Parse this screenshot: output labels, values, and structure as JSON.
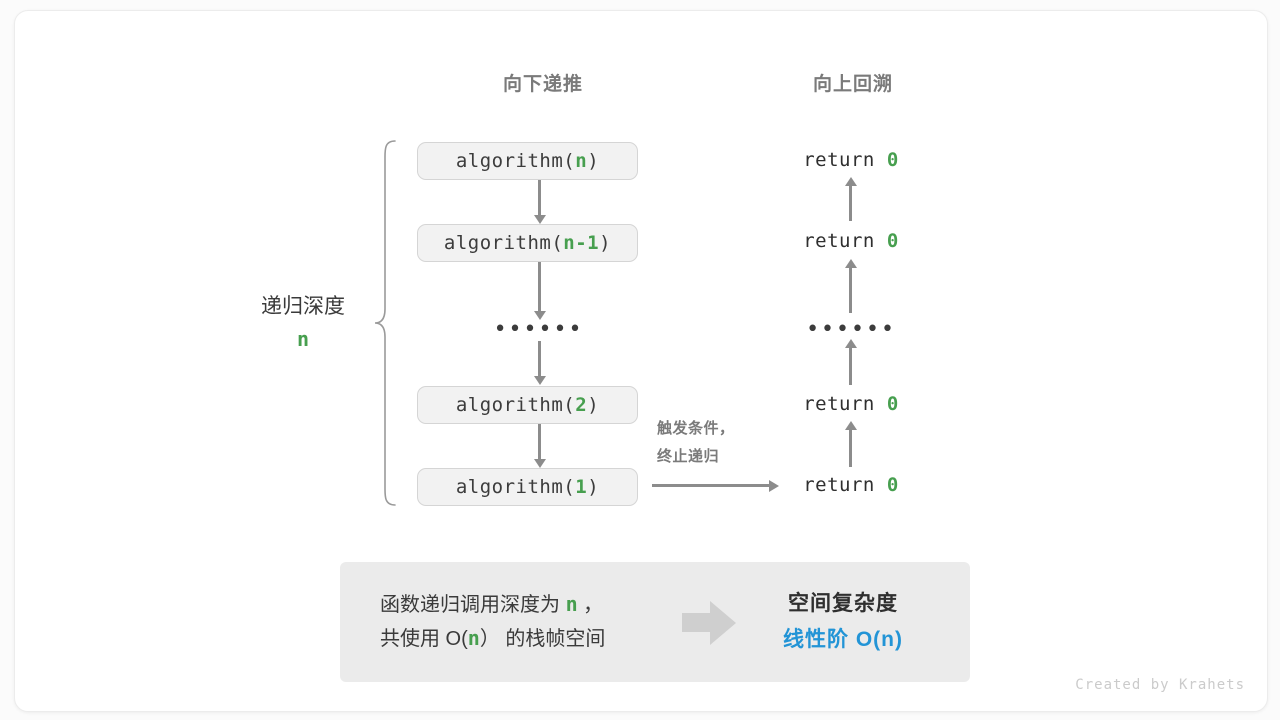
{
  "headings": {
    "down": "向下递推",
    "up": "向上回溯"
  },
  "depth": {
    "label": "递归深度",
    "value": "n"
  },
  "call_stack": [
    {
      "fn": "algorithm(",
      "arg": "n",
      "close": ")"
    },
    {
      "fn": "algorithm(",
      "arg": "n-1",
      "close": ")"
    },
    {
      "fn": "algorithm(",
      "arg": "2",
      "close": ")"
    },
    {
      "fn": "algorithm(",
      "arg": "1",
      "close": ")"
    }
  ],
  "ellipsis": "••••••",
  "returns": [
    {
      "keyword": "return",
      "value": "0"
    },
    {
      "keyword": "return",
      "value": "0"
    },
    {
      "keyword": "return",
      "value": "0"
    },
    {
      "keyword": "return",
      "value": "0"
    }
  ],
  "trigger": {
    "line1": "触发条件，",
    "line2": "终止递归"
  },
  "summary": {
    "line1_prefix": "函数递归调用深度为 ",
    "line1_var": "n",
    "line1_suffix": " ，",
    "line2_prefix": "共使用 O(",
    "line2_var": "n",
    "line2_suffix": "） 的栈帧空间",
    "title": "空间复杂度",
    "value": "线性阶 O(n)"
  },
  "credit": "Created by Krahets",
  "colors": {
    "accent_green": "#479f4f",
    "accent_blue": "#2294d6",
    "box_fill": "#f2f2f2",
    "box_border": "#d5d5d5",
    "arrow": "#8c8c8c",
    "heading": "#7a7a7a",
    "panel_fill": "#ebebeb"
  }
}
